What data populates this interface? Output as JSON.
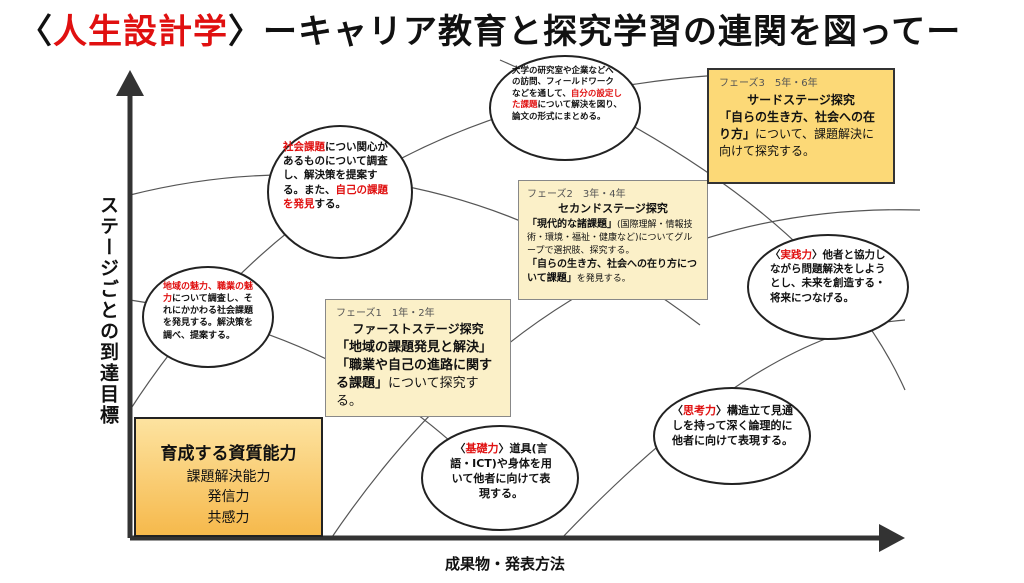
{
  "title": {
    "bracket_open": "〈",
    "highlight": "人生設計学",
    "bracket_close": "〉",
    "rest": "ーキャリア教育と探究学習の連関を図ってー"
  },
  "axes": {
    "y_label": "ステージごとの到達目標",
    "x_label": "成果物・発表方法"
  },
  "ability_box": {
    "title": "育成する資質能力",
    "items": [
      "課題解決能力",
      "発信力",
      "共感力"
    ]
  },
  "phase1": {
    "phase": "フェーズ1",
    "grades": "1年・2年",
    "title": "ファーストステージ探究",
    "body_bold": "「地域の課題発見と解決」「職業や自己の進路に関する課題」",
    "body_rest": "について探究する。"
  },
  "phase2": {
    "phase": "フェーズ2",
    "grades": "3年・4年",
    "title": "セカンドステージ探究",
    "line1_bold": "「現代的な諸課題」",
    "line1_small": "(国際理解・情報技術・環境・福祉・健康など)についてグループで選択肢、探究する。",
    "line2_bold": "「自らの生き方、社会への在り方について課題」",
    "line2_rest": "を発見する。"
  },
  "phase3": {
    "phase": "フェーズ3",
    "grades": "5年・6年",
    "title": "サードステージ探究",
    "body_bold": "「自らの生き方、社会への在り方」",
    "body_rest": "について、課題解決に向けて探究する。"
  },
  "bubbles": {
    "region": {
      "red": "地域の魅力、職業の魅力",
      "rest": "について調査し、それにかかわる社会課題を発見する。解決策を調べ、提案する。"
    },
    "social": {
      "red1": "社会課題",
      "mid": "につい関心があるものについて調査し、解決策を提案する。また、",
      "red2": "自己の課題を発見",
      "end": "する。"
    },
    "university": {
      "pre": "大学の研究室や企業などへの訪問、フィールドワークなどを通して、",
      "red": "自分の設定した課題",
      "rest": "について解決を図り、論文の形式にまとめる。"
    },
    "basic": {
      "open": "〈",
      "red": "基礎力",
      "close": "〉",
      "rest": "道具(言語・ICT)や身体を用いて他者に向けて表現する。"
    },
    "thinking": {
      "open": "〈",
      "red": "思考力",
      "close": "〉",
      "rest": "構造立て見通しを持って深く論理的に他者に向けて表現する。"
    },
    "practice": {
      "open": "〈",
      "red": "実践力",
      "close": "〉",
      "rest": "他者と協力しながら問題解決をしようとし、未来を創造する・将来につなげる。"
    }
  }
}
